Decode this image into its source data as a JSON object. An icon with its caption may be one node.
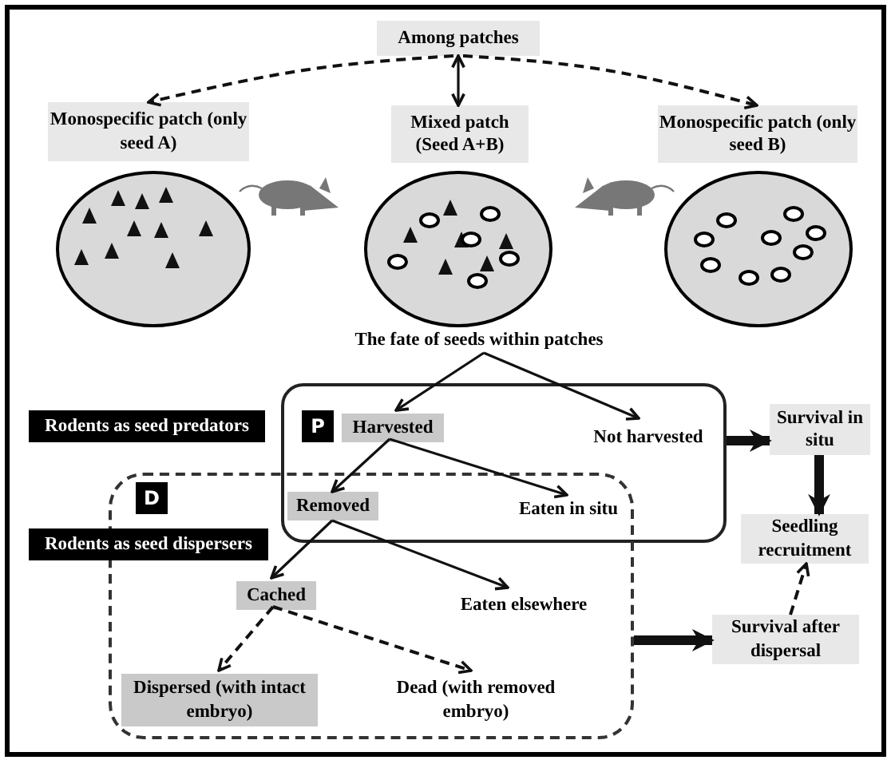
{
  "diagram": {
    "nodes": [
      {
        "text": [
          "Among patches"
        ]
      },
      {
        "text": [
          "Monospecific patch (only seed A)"
        ]
      },
      {
        "text": [
          "Mixed patch (Seed A+B)"
        ]
      },
      {
        "text": [
          "Monospecific patch (only seed B)"
        ]
      },
      {
        "text": [
          "The fate of seeds within patches"
        ]
      },
      {
        "text": [
          "P"
        ]
      },
      {
        "text": [
          "Harvested"
        ],
        "in": 5
      },
      {
        "text": [
          "Not harvested"
        ],
        "in": 5
      },
      {
        "text": [
          "D"
        ]
      },
      {
        "text": [
          "Removed"
        ]
      },
      {
        "text": [
          "Eaten in situ"
        ]
      },
      {
        "text": [
          "Cached"
        ],
        "in": 8
      },
      {
        "text": [
          "Eaten elsewhere"
        ],
        "in": 8
      },
      {
        "text": [
          "Dispersed (with intact embryo)"
        ],
        "in": 8
      },
      {
        "text": [
          "Dead (with removed embryo)"
        ],
        "in": 8
      },
      {
        "text": [
          "Survival in situ"
        ]
      },
      {
        "text": [
          "Seedling recruitment"
        ]
      },
      {
        "text": [
          "Survival after dispersal"
        ]
      }
    ],
    "edges": [
      {
        "from": 0,
        "to": 1,
        "arrow": "to",
        "style": "dashed"
      },
      {
        "from": 0,
        "to": 2,
        "arrow": "both"
      },
      {
        "from": 0,
        "to": 3,
        "arrow": "to",
        "style": "dashed"
      },
      {
        "from": 4,
        "to": 6,
        "arrow": "to"
      },
      {
        "from": 4,
        "to": 7,
        "arrow": "to"
      },
      {
        "from": 6,
        "to": 9,
        "arrow": "to"
      },
      {
        "from": 6,
        "to": 10,
        "arrow": "to"
      },
      {
        "from": 9,
        "to": 11,
        "arrow": "to"
      },
      {
        "from": 9,
        "to": 12,
        "arrow": "to"
      },
      {
        "from": 11,
        "to": 13,
        "arrow": "to",
        "style": "dashed"
      },
      {
        "from": 11,
        "to": 14,
        "arrow": "to",
        "style": "dashed"
      },
      {
        "from": 5,
        "to": 15,
        "arrow": "to",
        "style": "thick"
      },
      {
        "from": 8,
        "to": 17,
        "arrow": "to",
        "style": "thick"
      },
      {
        "from": 15,
        "to": 16,
        "arrow": "to",
        "style": "thick"
      },
      {
        "from": 17,
        "to": 16,
        "arrow": "to",
        "style": "dashed"
      }
    ],
    "labels": [
      "Rodents as seed predators",
      "Rodents as seed dispersers"
    ]
  }
}
